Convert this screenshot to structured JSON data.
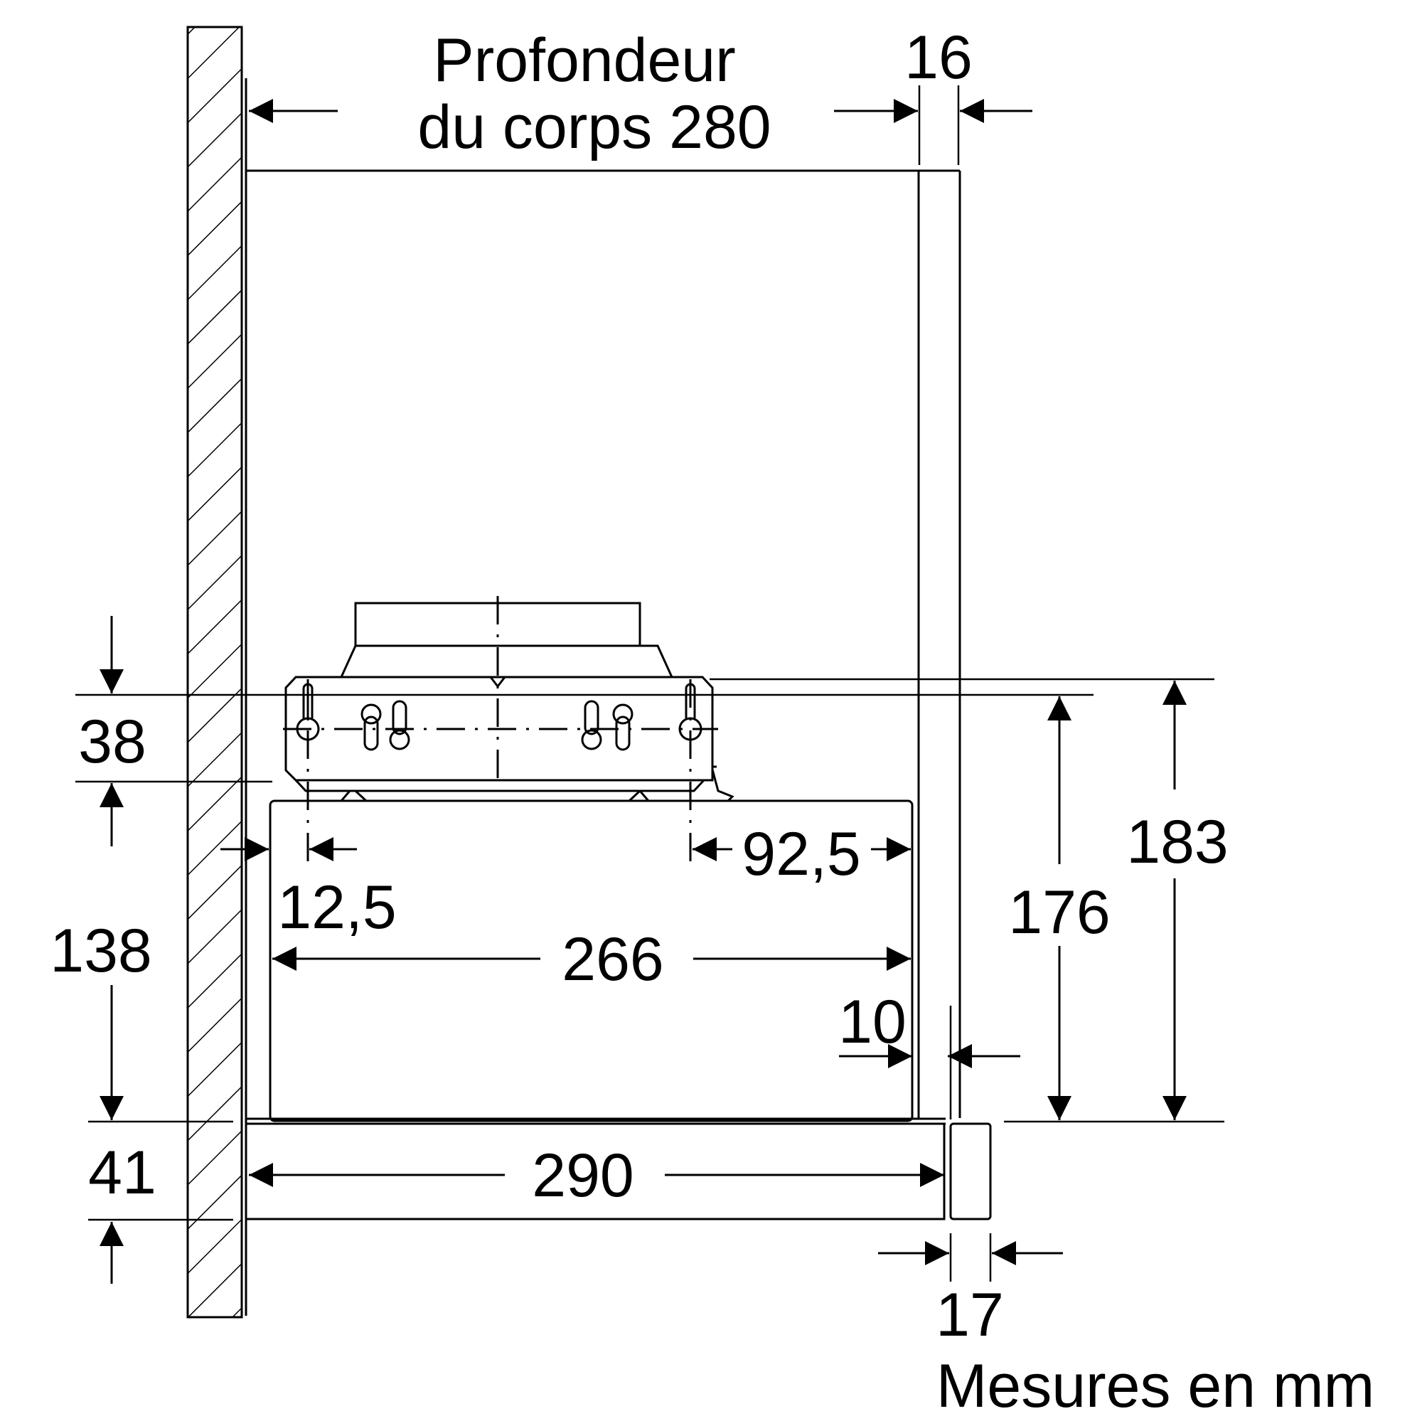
{
  "labels": {
    "body_depth_line1": "Profondeur",
    "body_depth_line2": "du corps 280",
    "dim_16": "16",
    "dim_38": "38",
    "dim_138": "138",
    "dim_41": "41",
    "dim_12_5": "12,5",
    "dim_92_5": "92,5",
    "dim_266": "266",
    "dim_10": "10",
    "dim_290": "290",
    "dim_17": "17",
    "dim_176": "176",
    "dim_183": "183",
    "units_note": "Mesures en mm"
  }
}
